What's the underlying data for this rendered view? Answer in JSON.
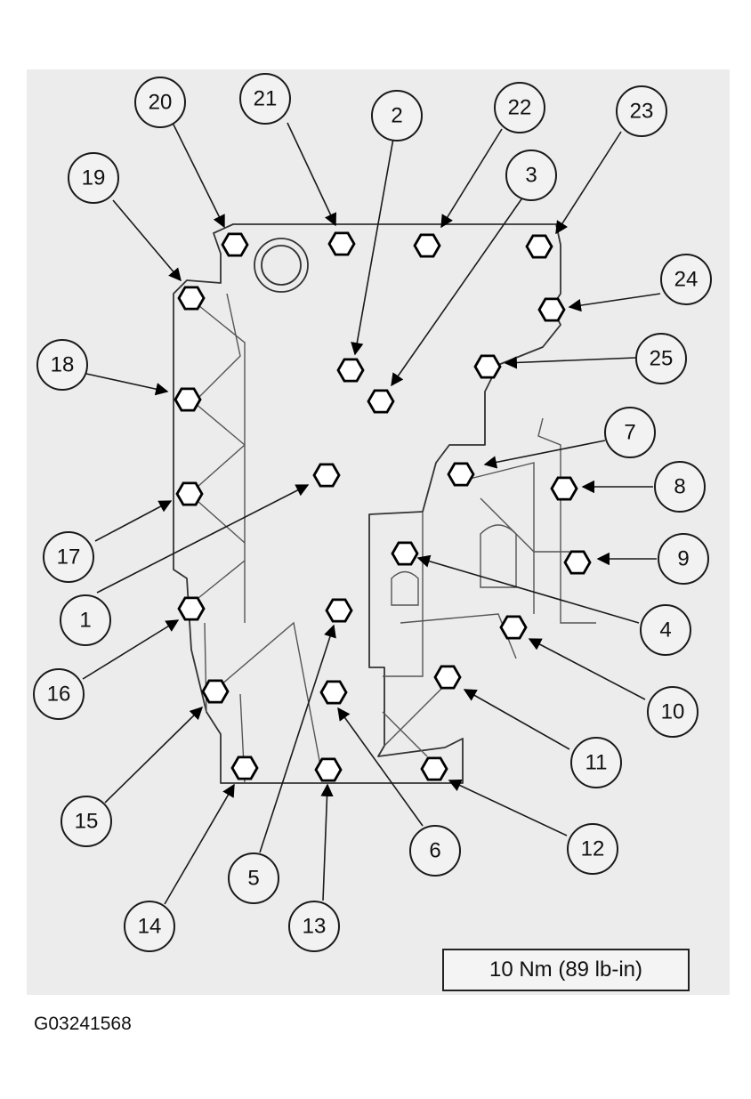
{
  "torque_spec": "10 Nm (89 lb-in)",
  "figure_id": "G03241568",
  "callouts": [
    {
      "id": "1",
      "label": "1"
    },
    {
      "id": "2",
      "label": "2"
    },
    {
      "id": "3",
      "label": "3"
    },
    {
      "id": "4",
      "label": "4"
    },
    {
      "id": "5",
      "label": "5"
    },
    {
      "id": "6",
      "label": "6"
    },
    {
      "id": "7",
      "label": "7"
    },
    {
      "id": "8",
      "label": "8"
    },
    {
      "id": "9",
      "label": "9"
    },
    {
      "id": "10",
      "label": "10"
    },
    {
      "id": "11",
      "label": "11"
    },
    {
      "id": "12",
      "label": "12"
    },
    {
      "id": "13",
      "label": "13"
    },
    {
      "id": "14",
      "label": "14"
    },
    {
      "id": "15",
      "label": "15"
    },
    {
      "id": "16",
      "label": "16"
    },
    {
      "id": "17",
      "label": "17"
    },
    {
      "id": "18",
      "label": "18"
    },
    {
      "id": "19",
      "label": "19"
    },
    {
      "id": "20",
      "label": "20"
    },
    {
      "id": "21",
      "label": "21"
    },
    {
      "id": "22",
      "label": "22"
    },
    {
      "id": "23",
      "label": "23"
    },
    {
      "id": "24",
      "label": "24"
    },
    {
      "id": "25",
      "label": "25"
    }
  ]
}
